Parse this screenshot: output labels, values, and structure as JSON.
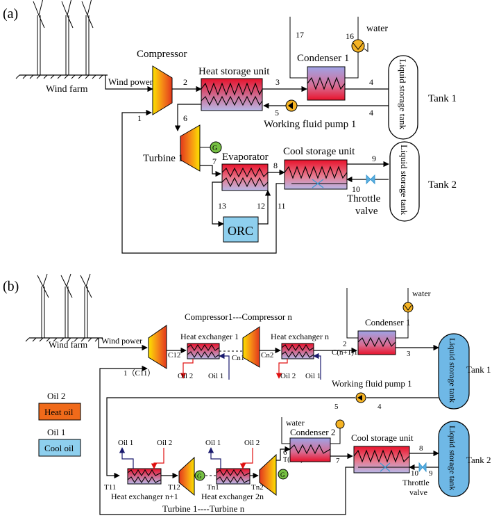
{
  "panel_a": {
    "tag": "(a)",
    "wind_farm": "Wind farm",
    "wind_power": "Wind power",
    "compressor": "Compressor",
    "heat_storage_unit": "Heat storage unit",
    "condenser": "Condenser 1",
    "water": "water",
    "working_fluid_pump": "Working fluid pump 1",
    "turbine": "Turbine 1",
    "generator": "G",
    "evaporator": "Evaporator",
    "cool_storage_unit": "Cool storage unit",
    "orc": "ORC",
    "throttle_valve_1": "Throttle",
    "throttle_valve_2": "valve",
    "tank_label": "Liquid storage tank",
    "tank1": "Tank 1",
    "tank2": "Tank 2",
    "points": {
      "p1": "1",
      "p2": "2",
      "p3": "3",
      "p4a": "4",
      "p4b": "4",
      "p5": "5",
      "p6": "6",
      "p7": "7",
      "p8": "8",
      "p9": "9",
      "p10": "10",
      "p11": "11",
      "p12": "12",
      "p13": "13",
      "p16": "16",
      "p17": "17"
    }
  },
  "panel_b": {
    "tag": "(b)",
    "wind_farm": "Wind farm",
    "wind_power": "Wind power",
    "compressor_series": "Compressor1---Compressor n",
    "heat_exchanger_1": "Heat exchanger 1",
    "heat_exchanger_n": "Heat exchanger n",
    "condenser1": "Condenser 1",
    "condenser2": "Condenser 2",
    "water1": "water",
    "water2": "water",
    "working_fluid_pump": "Working fluid pump 1",
    "cool_storage_unit": "Cool storage unit",
    "throttle_valve_1": "Throttle",
    "throttle_valve_2": "valve",
    "heat_exchanger_n1": "Heat exchanger n+1",
    "heat_exchanger_2n": "Heat exchanger 2n",
    "turbine_series": "Turbine 1----Turbine n",
    "tank_label": "Liquid storage tank",
    "tank1": "Tank 1",
    "tank2": "Tank 2",
    "generator": "G",
    "oil1": "Oil 1",
    "oil2": "Oil 2",
    "legend": {
      "oil2": "Oil 2",
      "heat_oil": "Heat oil",
      "oil1": "Oil 1",
      "cool_oil": "Cool oil"
    },
    "nodes": {
      "c11": "1（C11）",
      "c12": "C12",
      "cn1": "Cn1",
      "cn2": "Cn2",
      "p2": "2",
      "c_n1_1": "C(n+1)1",
      "p3": "3",
      "p4": "4",
      "p5": "5",
      "p6": "6",
      "t_n1_1": "T(n+1)1",
      "p7": "7",
      "p8": "8",
      "p9": "9",
      "p10": "10",
      "t11": "T11",
      "t12": "T12",
      "tn1": "Tn1",
      "tn2": "Tn2"
    }
  }
}
